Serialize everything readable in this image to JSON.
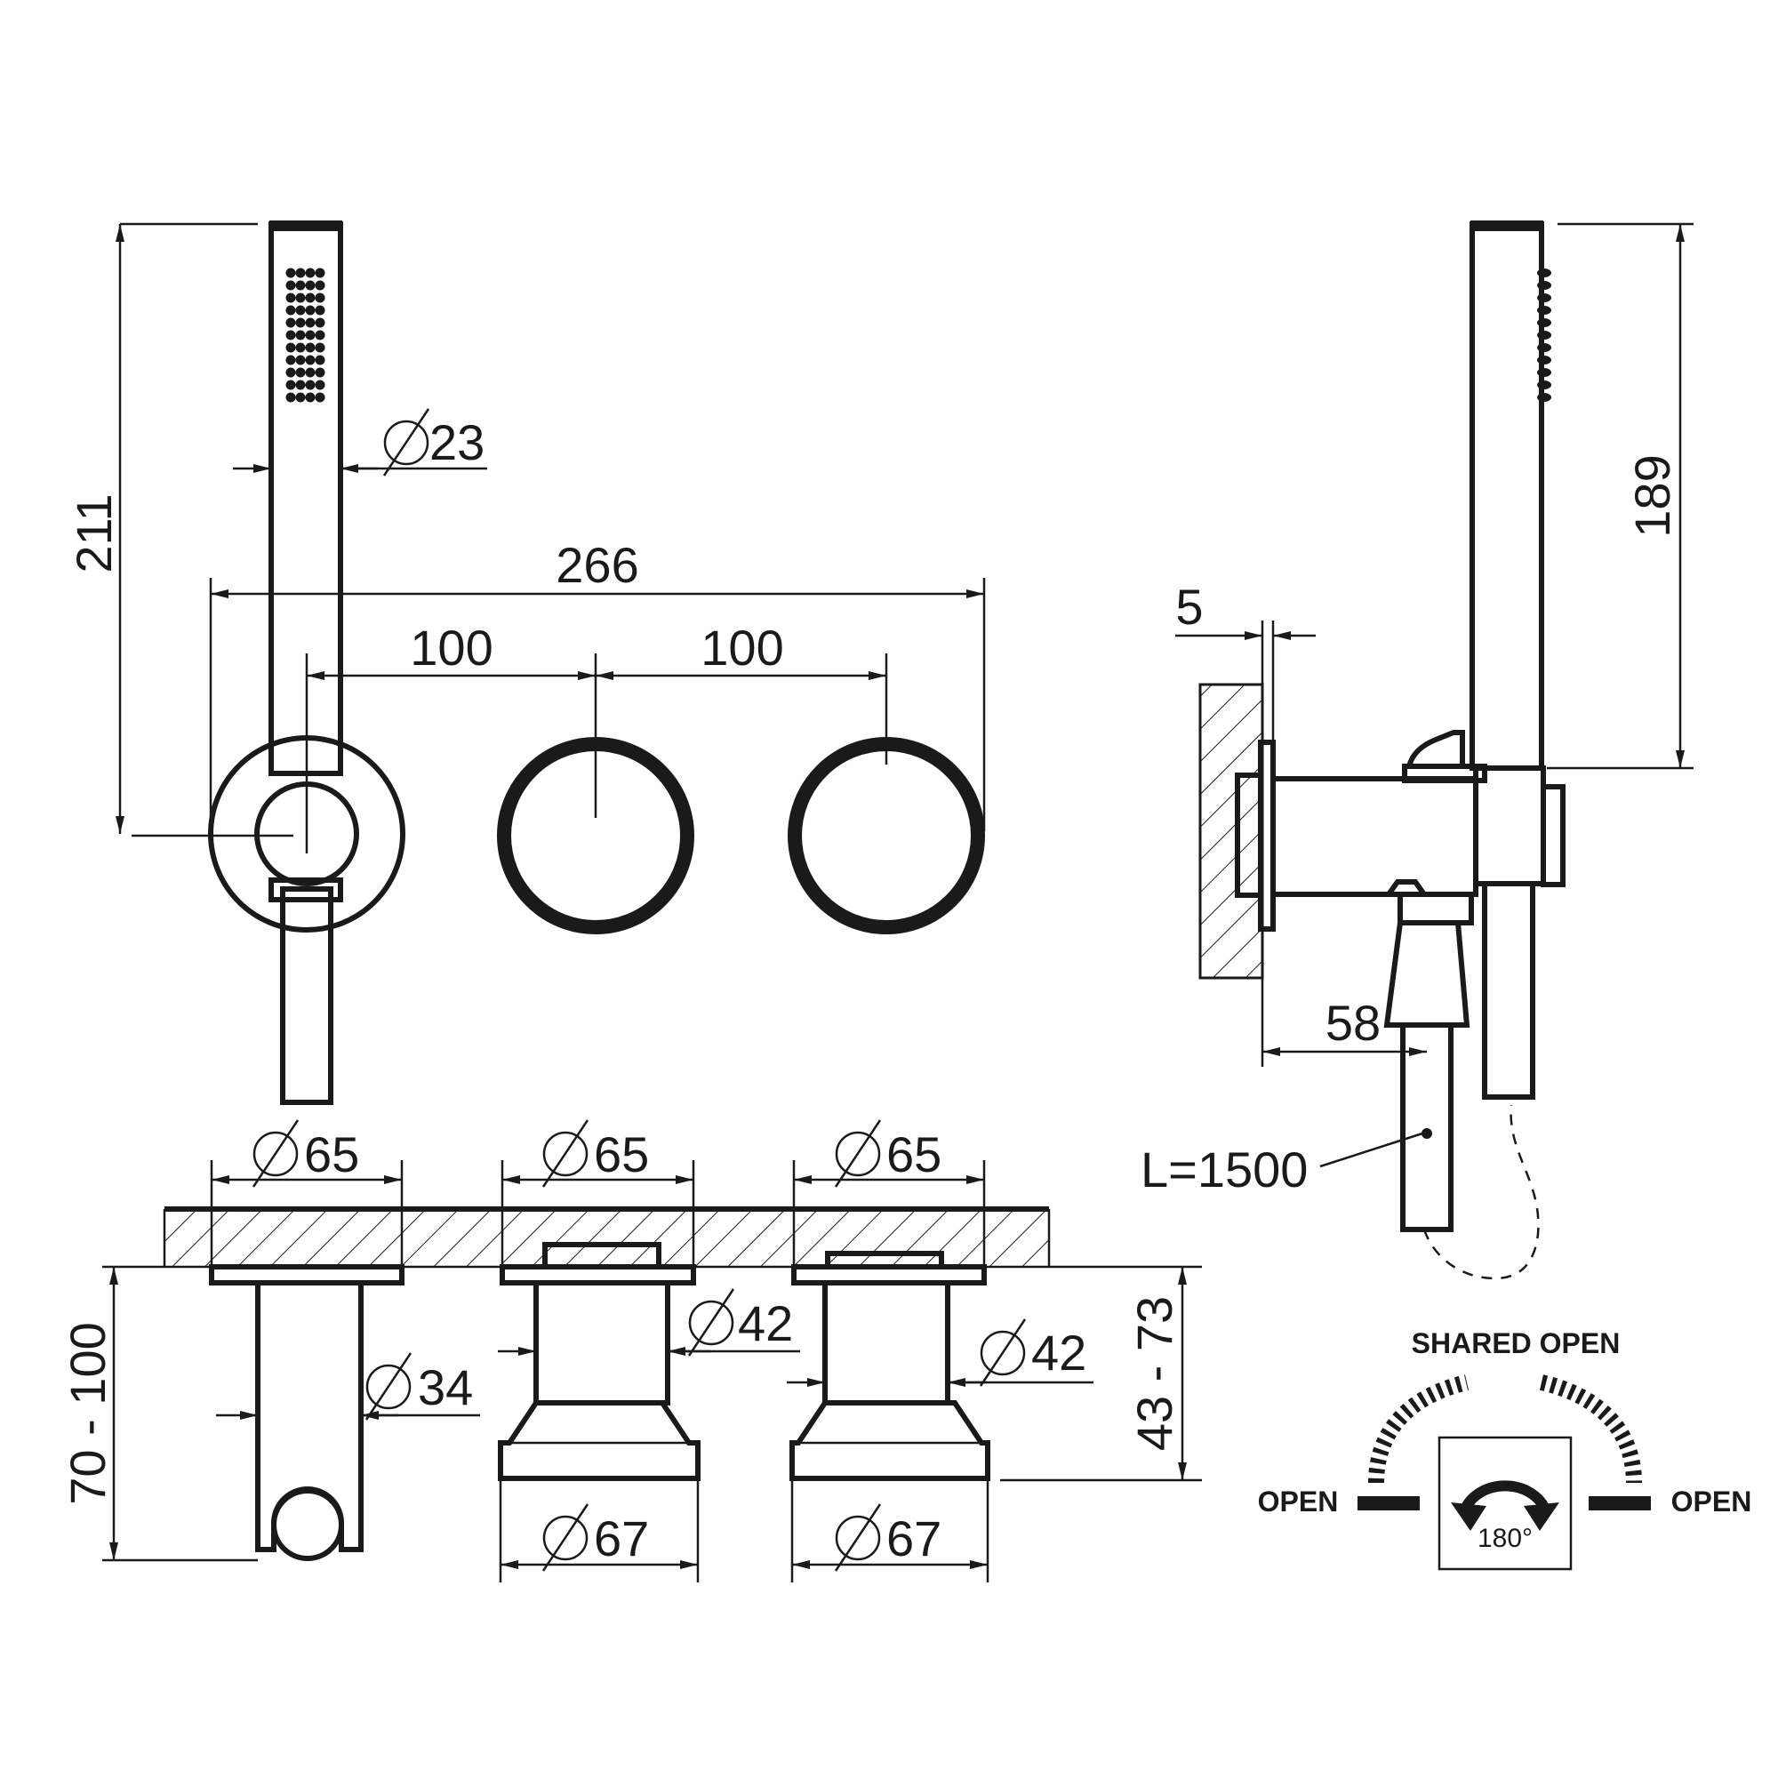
{
  "colors": {
    "ink": "#1a1a1a",
    "paper": "#ffffff"
  },
  "dimensions": {
    "handshower_length": "211",
    "handshower_diameter": "23",
    "overall_width": "266",
    "spacing_left": "100",
    "spacing_right": "100",
    "wall_plate_thickness": "5",
    "side_length": "189",
    "projection": "58",
    "hose_length": "L=1500",
    "plate_diameter_1": "65",
    "plate_diameter_2": "65",
    "plate_diameter_3": "65",
    "body_diameter_1": "42",
    "body_diameter_2": "42",
    "holder_diameter": "34",
    "knob_diameter_1": "67",
    "knob_diameter_2": "67",
    "install_depth_left": "70 - 100",
    "install_depth_right": "43 - 73"
  },
  "rotation_legend": {
    "top_label": "SHARED OPEN",
    "left_label": "OPEN",
    "right_label": "OPEN",
    "angle_label": "180°"
  }
}
